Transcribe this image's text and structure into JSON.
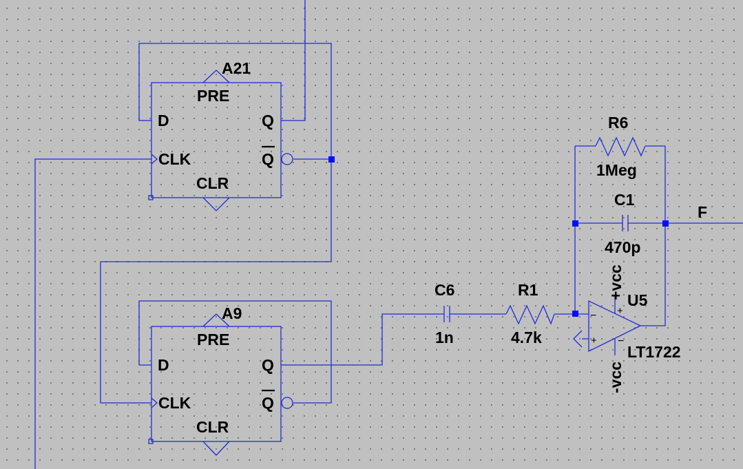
{
  "flipflops": [
    {
      "name": "A21",
      "pins": {
        "pre": "PRE",
        "d": "D",
        "q": "Q",
        "clk": "CLK",
        "qbar": "Q",
        "clr": "CLR"
      }
    },
    {
      "name": "A9",
      "pins": {
        "pre": "PRE",
        "d": "D",
        "q": "Q",
        "clk": "CLK",
        "qbar": "Q",
        "clr": "CLR"
      }
    }
  ],
  "resistors": [
    {
      "name": "R6",
      "value": "1Meg"
    },
    {
      "name": "R1",
      "value": "4.7k"
    }
  ],
  "capacitors": [
    {
      "name": "C1",
      "value": "470p"
    },
    {
      "name": "C6",
      "value": "1n"
    }
  ],
  "opamp": {
    "name": "U5",
    "model": "LT1722",
    "supply_pos": "+vcc",
    "supply_neg": "-vcc",
    "minus_sign": "−",
    "plus_sign": "+"
  },
  "net_label": "F",
  "colors": {
    "wire": "#1f2bd6",
    "junction": "#0010ff",
    "background": "#c0c0c0",
    "text": "#000000"
  }
}
